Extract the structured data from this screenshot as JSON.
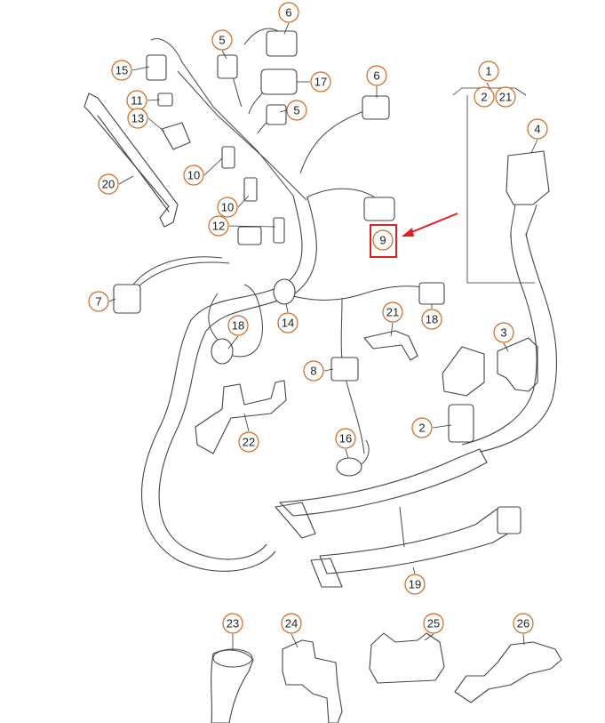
{
  "callouts": [
    {
      "id": "c6a",
      "label": "6"
    },
    {
      "id": "c5a",
      "label": "5"
    },
    {
      "id": "c15",
      "label": "15"
    },
    {
      "id": "c17",
      "label": "17"
    },
    {
      "id": "c6b",
      "label": "6"
    },
    {
      "id": "c1",
      "label": "1"
    },
    {
      "id": "c2a",
      "label": "2"
    },
    {
      "id": "c21a",
      "label": "21"
    },
    {
      "id": "c11",
      "label": "11"
    },
    {
      "id": "c13",
      "label": "13"
    },
    {
      "id": "c5b",
      "label": "5"
    },
    {
      "id": "c4",
      "label": "4"
    },
    {
      "id": "c10a",
      "label": "10"
    },
    {
      "id": "c20",
      "label": "20"
    },
    {
      "id": "c10b",
      "label": "10"
    },
    {
      "id": "c12",
      "label": "12"
    },
    {
      "id": "c9",
      "label": "9"
    },
    {
      "id": "c7",
      "label": "7"
    },
    {
      "id": "c14",
      "label": "14"
    },
    {
      "id": "c21b",
      "label": "21"
    },
    {
      "id": "c18a",
      "label": "18"
    },
    {
      "id": "c18b",
      "label": "18"
    },
    {
      "id": "c3",
      "label": "3"
    },
    {
      "id": "c8",
      "label": "8"
    },
    {
      "id": "c2b",
      "label": "2"
    },
    {
      "id": "c16",
      "label": "16"
    },
    {
      "id": "c22",
      "label": "22"
    },
    {
      "id": "c19",
      "label": "19"
    },
    {
      "id": "c23",
      "label": "23"
    },
    {
      "id": "c24",
      "label": "24"
    },
    {
      "id": "c25",
      "label": "25"
    },
    {
      "id": "c26",
      "label": "26"
    }
  ],
  "highlight": {
    "label": "9",
    "color": "#e02020"
  },
  "colors": {
    "callout_stroke": "#d2691e",
    "line": "#444444",
    "highlight": "#e02020"
  }
}
